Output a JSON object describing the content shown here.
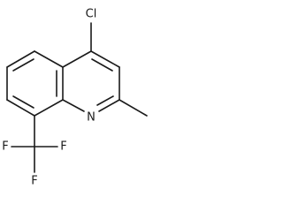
{
  "structure": {
    "atoms": {
      "chlorine": "Cl",
      "nitrogen": "N",
      "fluorine_1": "F",
      "fluorine_2": "F",
      "fluorine_3": "F"
    },
    "colors": {
      "line": "#1a1a1a",
      "background": "#ffffff"
    }
  }
}
